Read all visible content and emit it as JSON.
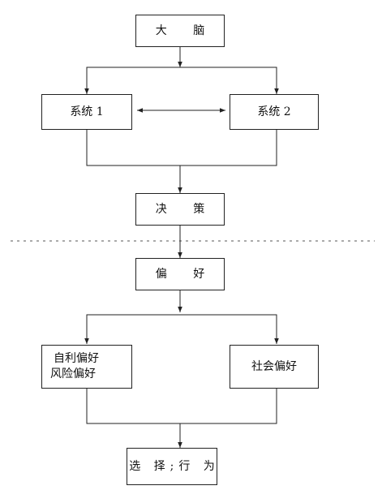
{
  "nodes": {
    "brain": "大 脑",
    "system1": "系统 1",
    "system2": "系统 2",
    "decision": "决 策",
    "preference": "偏 好",
    "self_risk": [
      "自利偏好",
      "风险偏好"
    ],
    "social": "社会偏好",
    "choice": "选 择;行 为"
  }
}
